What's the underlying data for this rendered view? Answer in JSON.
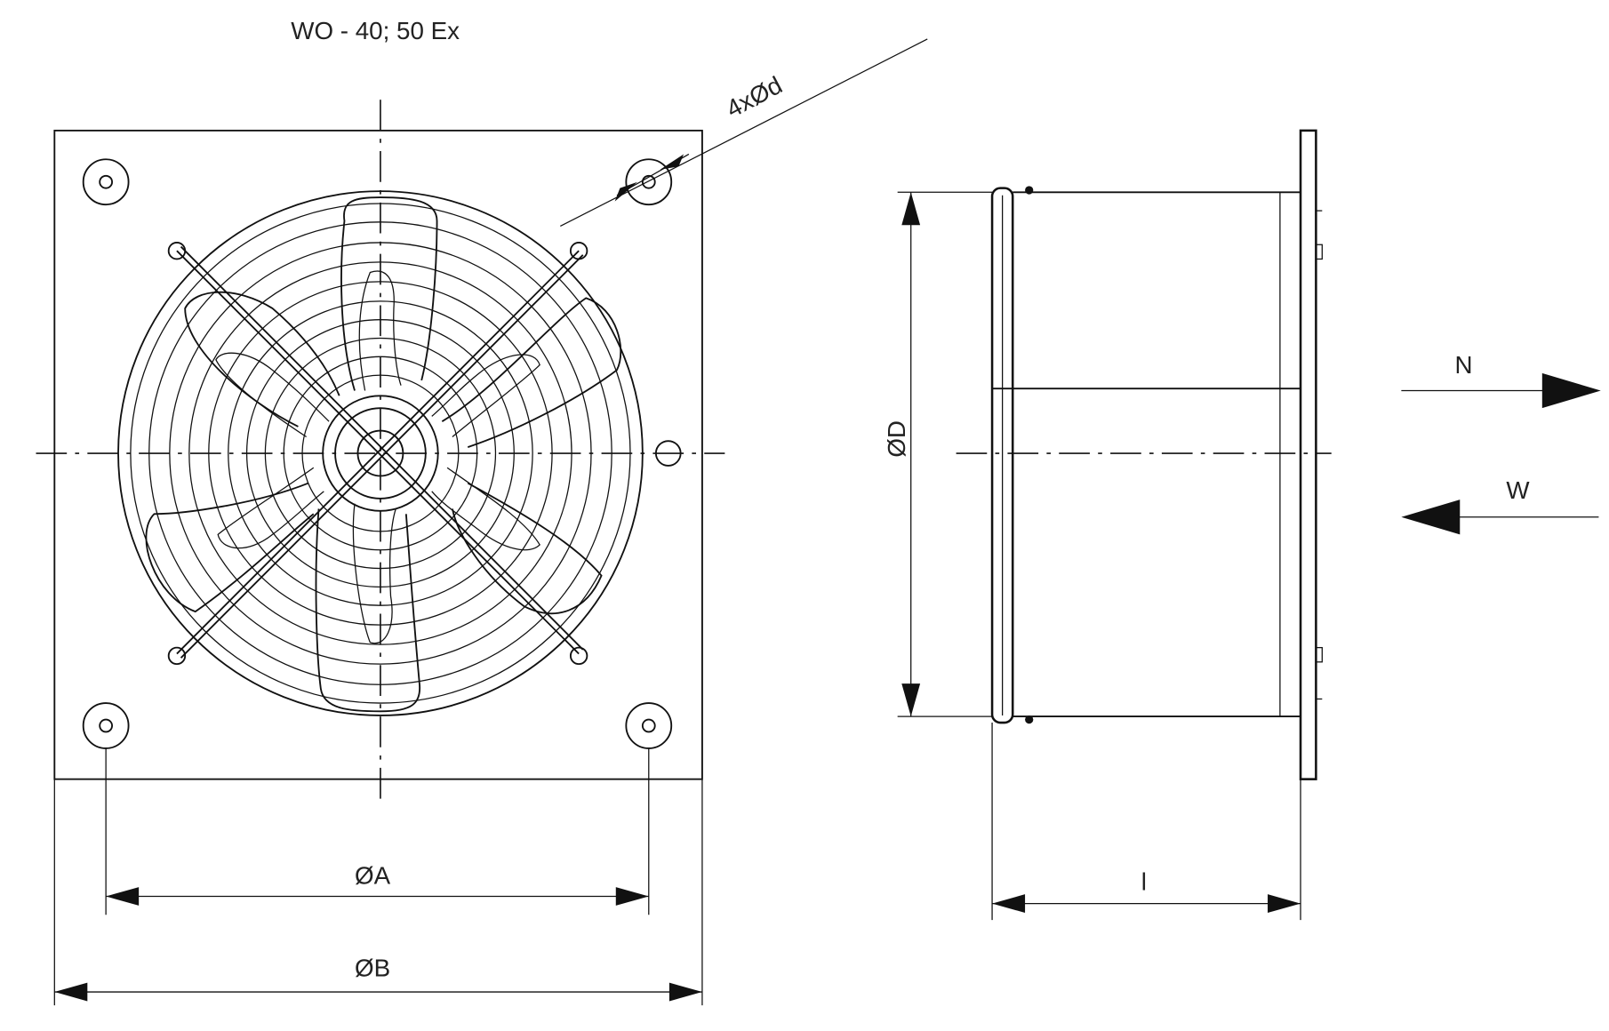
{
  "title": "WO - 40; 50 Ex",
  "labels": {
    "holes": "4xØd",
    "dim_a": "ØA",
    "dim_b": "ØB",
    "dim_d": "ØD",
    "dim_l": "l",
    "flow_n": "N",
    "flow_w": "W"
  }
}
